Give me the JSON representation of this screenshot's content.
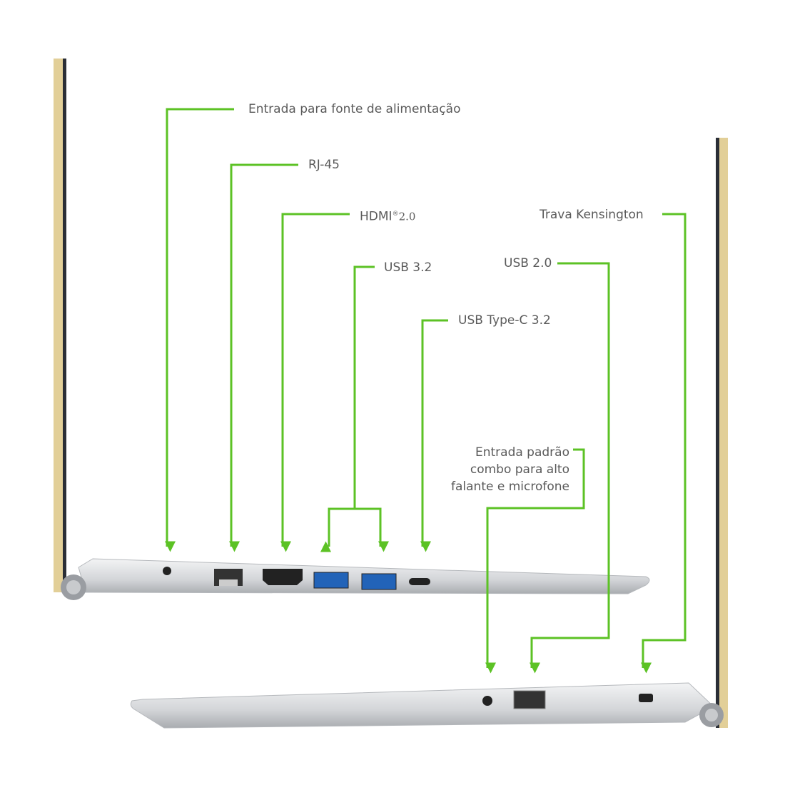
{
  "labels": {
    "power": "Entrada para fonte de alimentação",
    "rj45": "RJ-45",
    "hdmi": "HDMI",
    "hdmi_mark": "®",
    "hdmi_version": "2.0",
    "usb32": "USB 3.2",
    "usbc": "USB Type-C 3.2",
    "kensington": "Trava Kensington",
    "usb20": "USB 2.0",
    "audio": [
      "Entrada padrão",
      "combo para alto",
      "falante e microfone"
    ]
  },
  "colors": {
    "accent": "#5cc225",
    "text": "#5a5a5a",
    "chassis": "#d8dadc",
    "lid": "#e2cf98"
  }
}
